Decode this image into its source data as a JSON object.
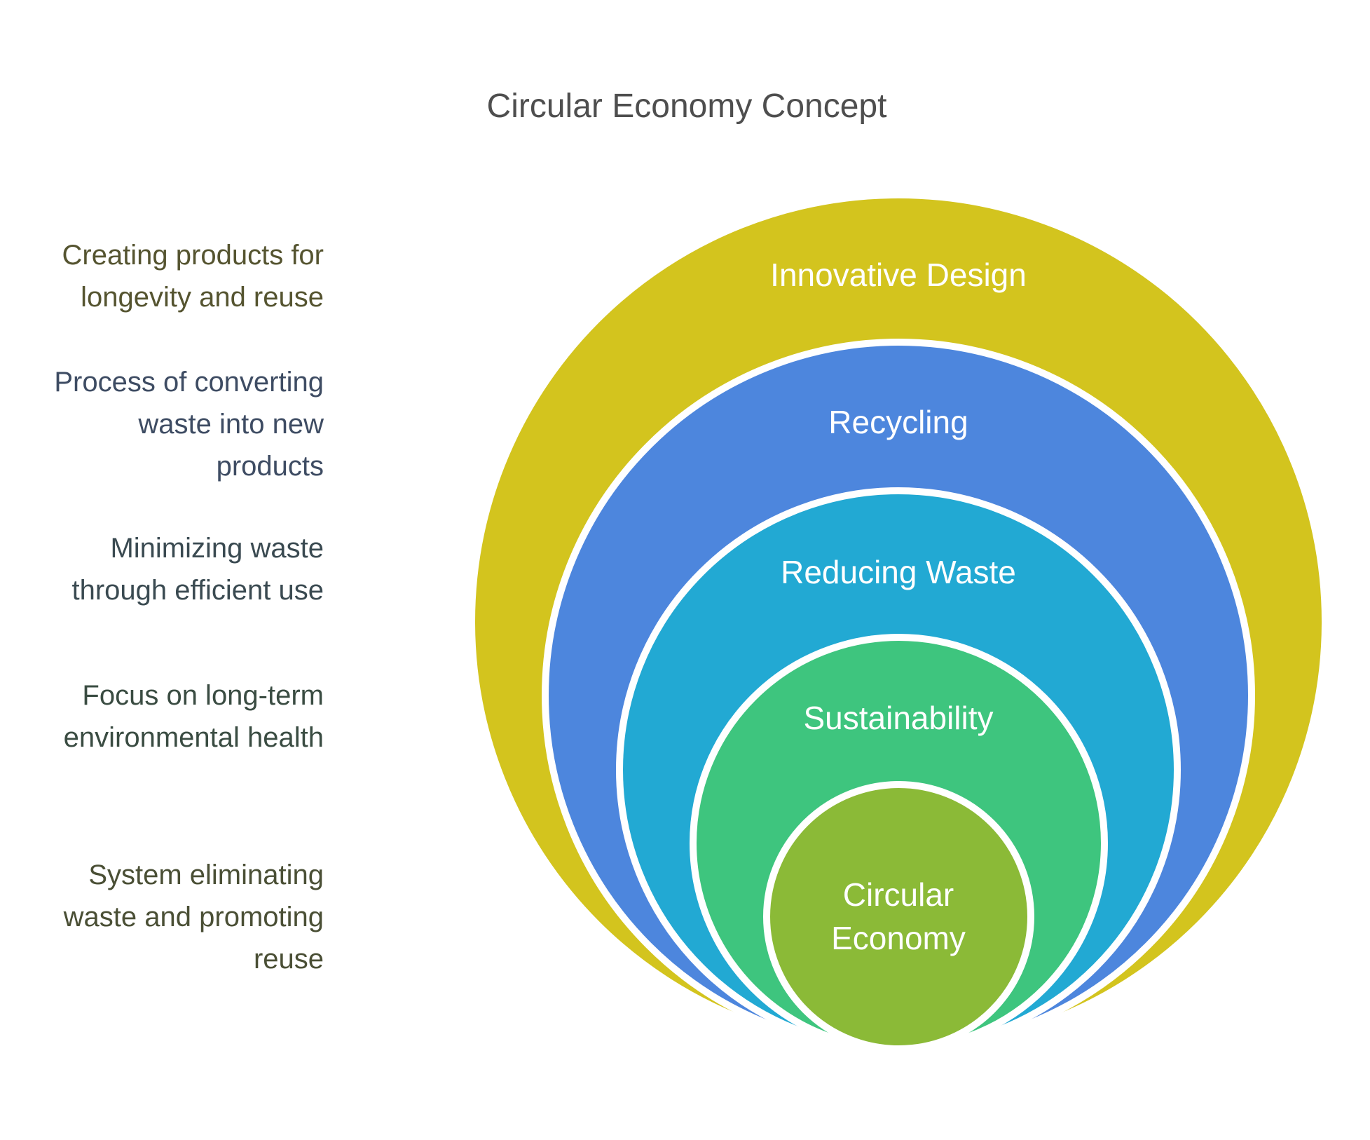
{
  "title": {
    "text": "Circular Economy Concept",
    "color": "#4e4e4e"
  },
  "diagram": {
    "type": "onion",
    "background_color": "#ffffff",
    "ring_stroke_color": "#ffffff",
    "label_color": "#ffffff",
    "rings": [
      {
        "label": "Innovative Design",
        "color": "#d3c41e",
        "description": "Creating products for longevity and reuse",
        "description_color": "#555430"
      },
      {
        "label": "Recycling",
        "color": "#4d86dd",
        "description": "Process of converting waste into new products",
        "description_color": "#3e4c63"
      },
      {
        "label": "Reducing Waste",
        "color": "#22a9d3",
        "description": "Minimizing waste through efficient use",
        "description_color": "#3a4a51"
      },
      {
        "label": "Sustainability",
        "color": "#3ec57e",
        "description": "Focus on long-term environmental health",
        "description_color": "#3a4c42"
      },
      {
        "label": "Circular Economy",
        "color": "#8bba37",
        "description": "System eliminating waste and promoting reuse",
        "description_color": "#4a4f35"
      }
    ]
  }
}
